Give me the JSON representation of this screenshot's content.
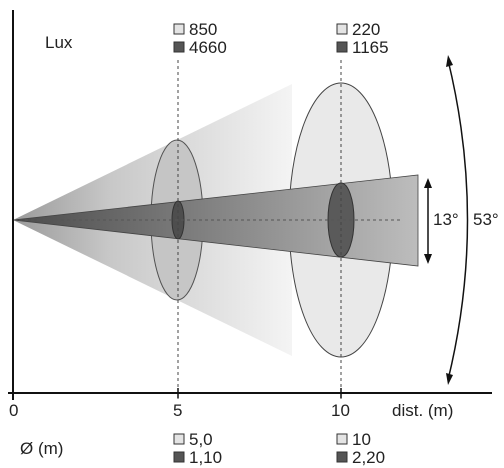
{
  "diagram": {
    "unit_label": "Lux",
    "x_axis_label": "dist. (m)",
    "diameter_label": "Ø (m)",
    "narrow_angle": "13°",
    "wide_angle": "53°",
    "ticks": [
      "0",
      "5",
      "10"
    ],
    "lux": {
      "at_5m": {
        "wide": "850",
        "narrow": "4660"
      },
      "at_10m": {
        "wide": "220",
        "narrow": "1165"
      }
    },
    "diameter": {
      "at_5m": {
        "wide": "5,0",
        "narrow": "1,10"
      },
      "at_10m": {
        "wide": "10",
        "narrow": "2,20"
      }
    },
    "colors": {
      "wide_fill": "#e4e4e4",
      "narrow_fill": "#555555",
      "outline": "#333333"
    }
  }
}
